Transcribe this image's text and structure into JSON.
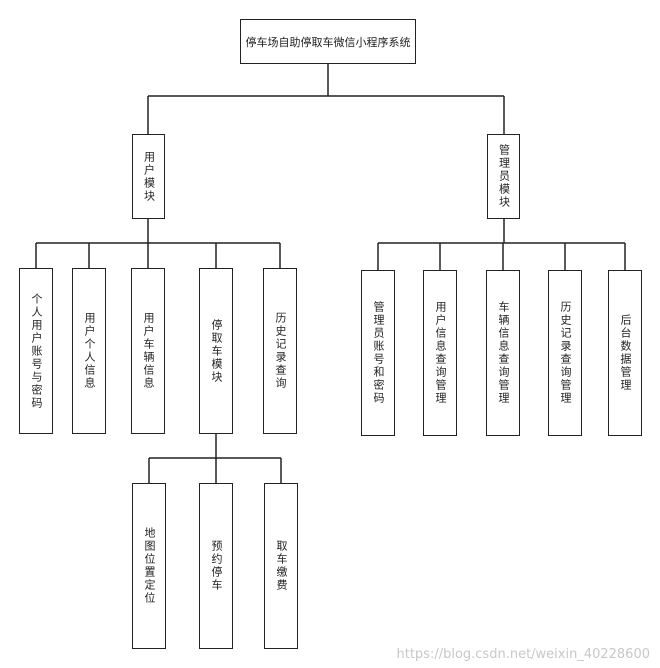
{
  "root": {
    "label": "停车场自助停取车微信小程序系统"
  },
  "modules": {
    "user": {
      "label": "用户模块",
      "children": {
        "account": "个人用户账号与密码",
        "info": "用户个人信息",
        "vehicle": "用户车辆信息",
        "parking": "停取车模块",
        "history": "历史记录查询"
      },
      "parking_children": {
        "map": "地图位置定位",
        "reserve": "预约停车",
        "pay": "取车缴费"
      }
    },
    "admin": {
      "label": "管理员模块",
      "children": {
        "account": "管理员账号和密码",
        "user_query": "用户信息查询管理",
        "vehicle_query": "车辆信息查询管理",
        "history_query": "历史记录查询管理",
        "data_mgmt": "后台数据管理"
      }
    }
  },
  "watermark": "https://blog.csdn.net/weixin_40228600"
}
